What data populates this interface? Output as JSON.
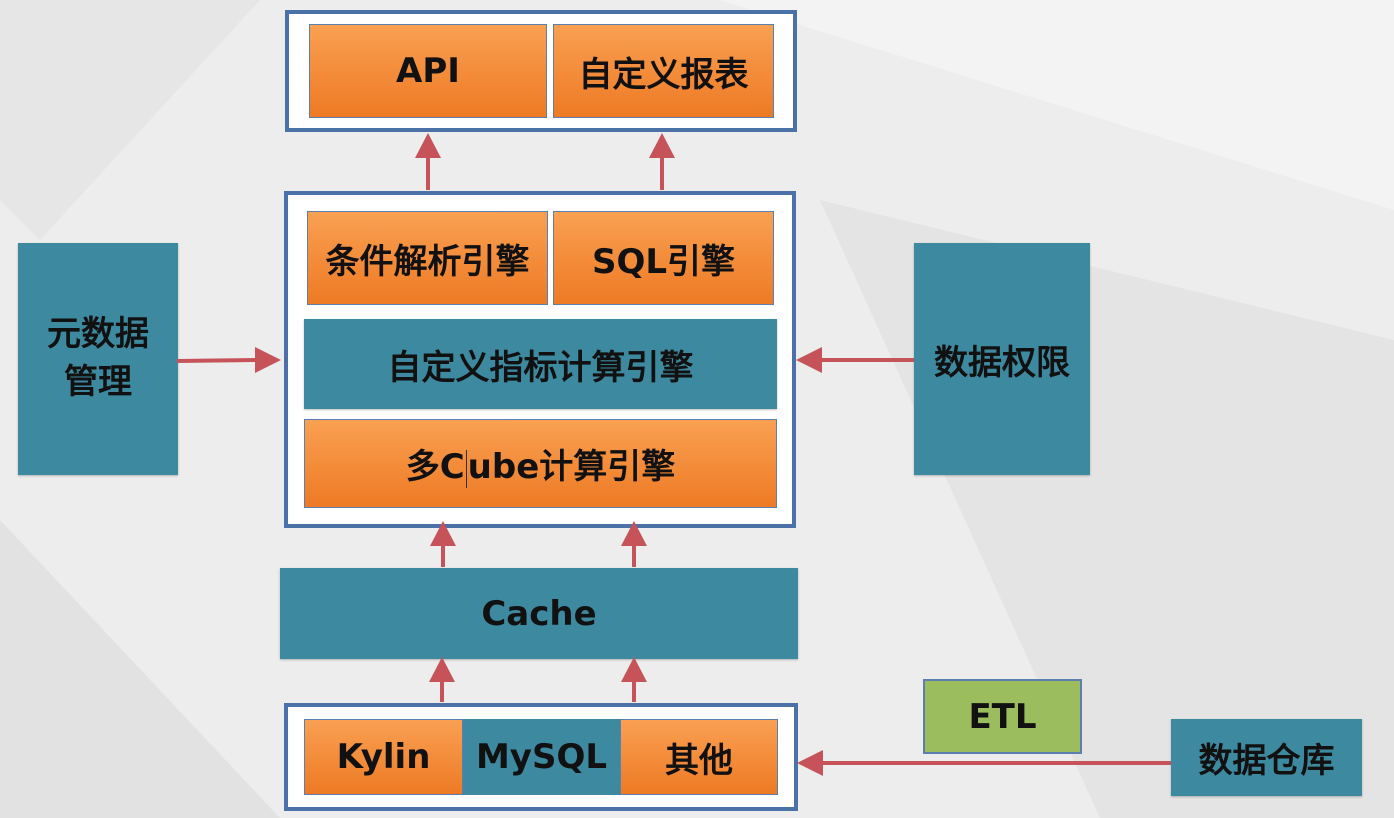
{
  "top": {
    "api": "API",
    "custom_report": "自定义报表"
  },
  "engine": {
    "condition_parse": "条件解析引擎",
    "sql_engine": "SQL引擎",
    "custom_metric": "自定义指标计算引擎",
    "multi_cube_prefix": "多C",
    "multi_cube_suffix": "ube计算引擎"
  },
  "left": {
    "metadata_line1": "元数据",
    "metadata_line2": "管理"
  },
  "right": {
    "data_permission": "数据权限"
  },
  "cache": "Cache",
  "sources": {
    "kylin": "Kylin",
    "mysql": "MySQL",
    "other": "其他"
  },
  "etl": "ETL",
  "warehouse": "数据仓库",
  "colors": {
    "orange": "#f08a35",
    "teal": "#3d8aa0",
    "green": "#9bbd5e",
    "frame_border": "#4a72a8",
    "arrow": "#c7535a"
  }
}
